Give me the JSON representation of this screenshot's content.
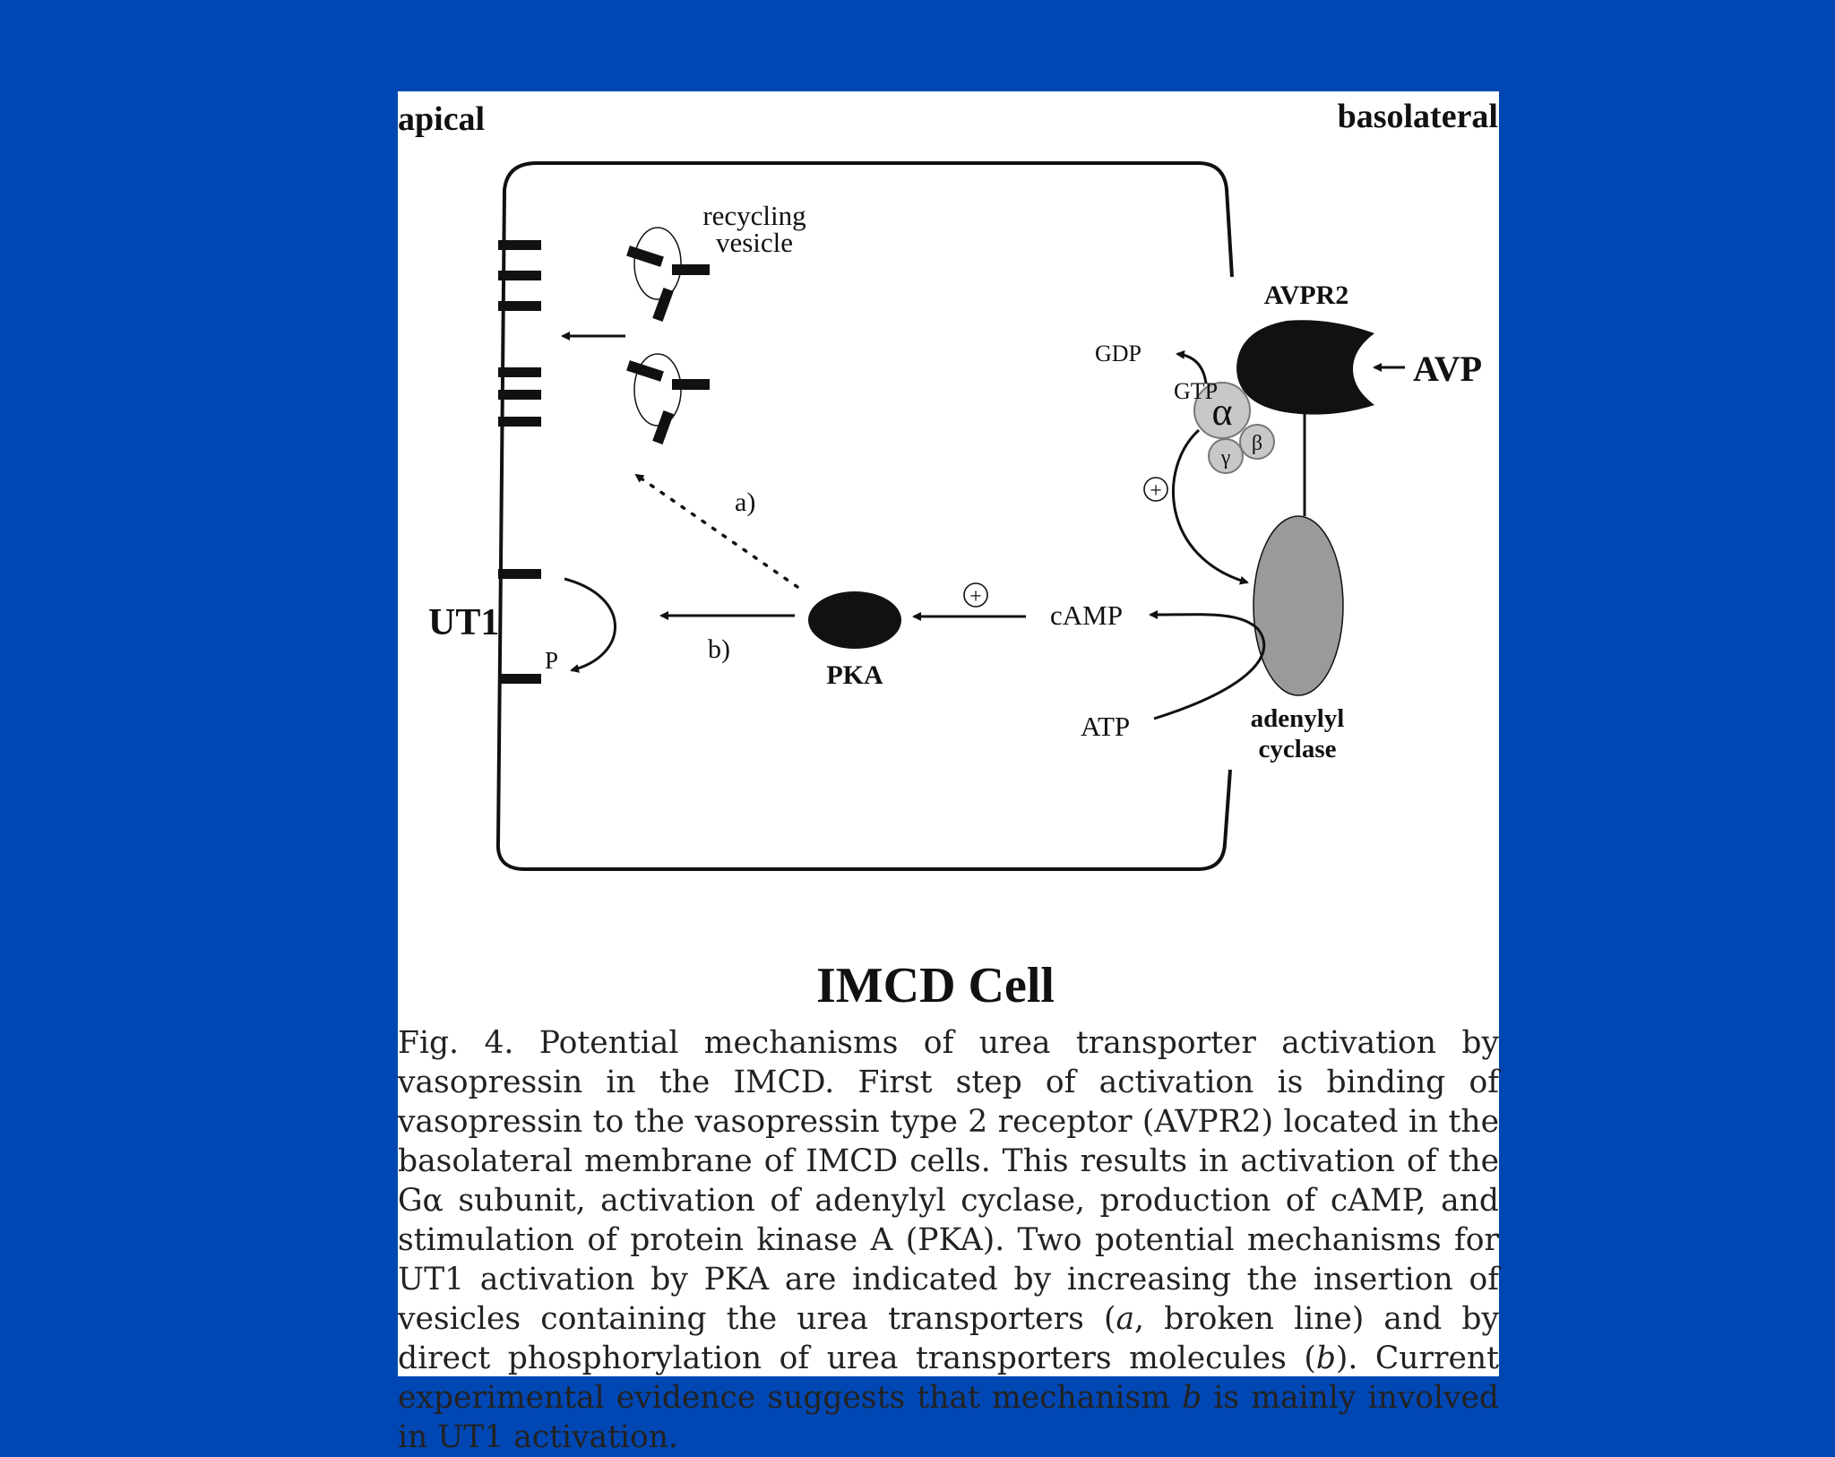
{
  "labels": {
    "apical": "apical",
    "basolateral": "basolateral",
    "recycling_vesicle_line1": "recycling",
    "recycling_vesicle_line2": "vesicle",
    "avpr2": "AVPR2",
    "avp": "AVP",
    "gdp": "GDP",
    "gtp": "GTP",
    "alpha": "α",
    "beta": "β",
    "gamma": "γ",
    "plus": "+",
    "path_a": "a)",
    "path_b": "b)",
    "ut1": "UT1",
    "phospho": "P",
    "pka": "PKA",
    "camp": "cAMP",
    "atp": "ATP",
    "adenylyl_line1": "adenylyl",
    "adenylyl_line2": "cyclase",
    "cell_title": "IMCD Cell"
  },
  "caption": {
    "p1": "Fig. 4. Potential mechanisms of urea transporter activation by vasopressin in the IMCD. First step of activation is binding of vasopressin to the vasopressin type 2 receptor (AVPR2) located in the basolateral membrane of IMCD cells. This results in activation of the Gα subunit, activation of adenylyl cyclase, production of cAMP, and stimulation of protein kinase A (PKA). Two potential mechanisms for UT1 activation by PKA are indicated by increasing the insertion of vesicles containing the urea transporters (",
    "em_a": "a",
    "p2": ", broken line) and by direct phosphorylation of urea transporters molecules (",
    "em_b": "b",
    "p3": "). Current experimental evidence suggests that mechanism ",
    "em_b2": "b",
    "p4": " is mainly involved in UT1 activation."
  },
  "colors": {
    "background": "#0047B3",
    "panel": "#ffffff",
    "adenylyl_cyclase_fill": "#9a9a9a",
    "g_protein_fill": "#c8c8c8"
  }
}
